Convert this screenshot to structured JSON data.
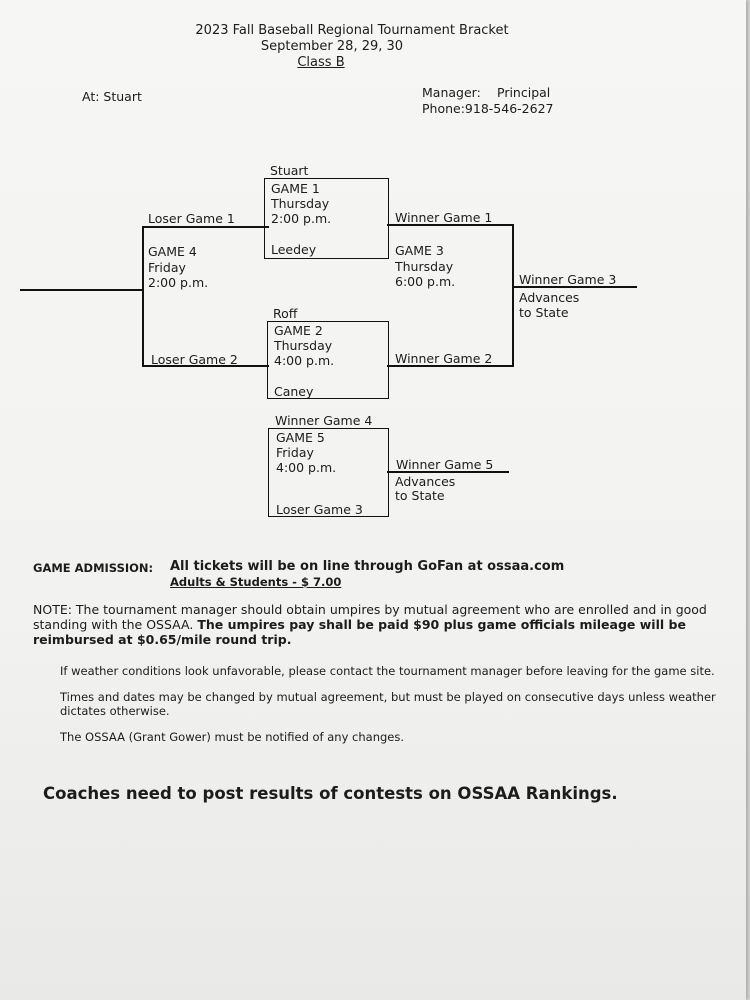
{
  "header": {
    "title": "2023 Fall Baseball Regional Tournament Bracket",
    "dates": "September 28, 29, 30",
    "class": "Class B"
  },
  "site": {
    "at": "At: Stuart"
  },
  "manager": {
    "label": "Manager:",
    "name": "Principal",
    "phone": "Phone:918-546-2627"
  },
  "bracket": {
    "game1": {
      "team_top": "Stuart",
      "label": "GAME 1",
      "day": "Thursday",
      "time": "2:00 p.m.",
      "team_bottom": "Leedey"
    },
    "game2": {
      "team_top": "Roff",
      "label": "GAME 2",
      "day": "Thursday",
      "time": "4:00 p.m.",
      "team_bottom": "Caney"
    },
    "game3": {
      "label": "GAME 3",
      "day": "Thursday",
      "time": "6:00 p.m.",
      "top": "Winner Game 1",
      "bottom": "Winner Game 2",
      "winner": "Winner Game 3",
      "advance1": "Advances",
      "advance2": "to State"
    },
    "game4": {
      "label": "GAME 4",
      "day": "Friday",
      "time": "2:00 p.m.",
      "top": "Loser Game 1",
      "bottom": "Loser Game 2"
    },
    "game5": {
      "team_top": "Winner Game 4",
      "label": "GAME 5",
      "day": "Friday",
      "time": "4:00 p.m.",
      "team_bottom": "Loser Game 3",
      "winner": "Winner Game 5",
      "advance1": "Advances",
      "advance2": "to State"
    }
  },
  "admission": {
    "label": "GAME ADMISSION:",
    "text": "All tickets will be on line through GoFan at ossaa.com",
    "price": "Adults & Students  - $ 7.00"
  },
  "note": {
    "plain": "NOTE: The tournament manager should obtain umpires by mutual agreement who are enrolled and in good standing with the OSSAA.",
    "bold": "The umpires pay shall be paid $90 plus game officials mileage will be reimbursed at $0.65/mile round trip."
  },
  "rules": [
    "If weather conditions look unfavorable, please contact the tournament manager before leaving for the game site.",
    "Times and dates may be changed by mutual agreement, but must be played on consecutive days unless weather dictates otherwise.",
    "The OSSAA (Grant Gower) must be notified of any changes."
  ],
  "footer": "Coaches need to post results of contests on OSSAA Rankings."
}
